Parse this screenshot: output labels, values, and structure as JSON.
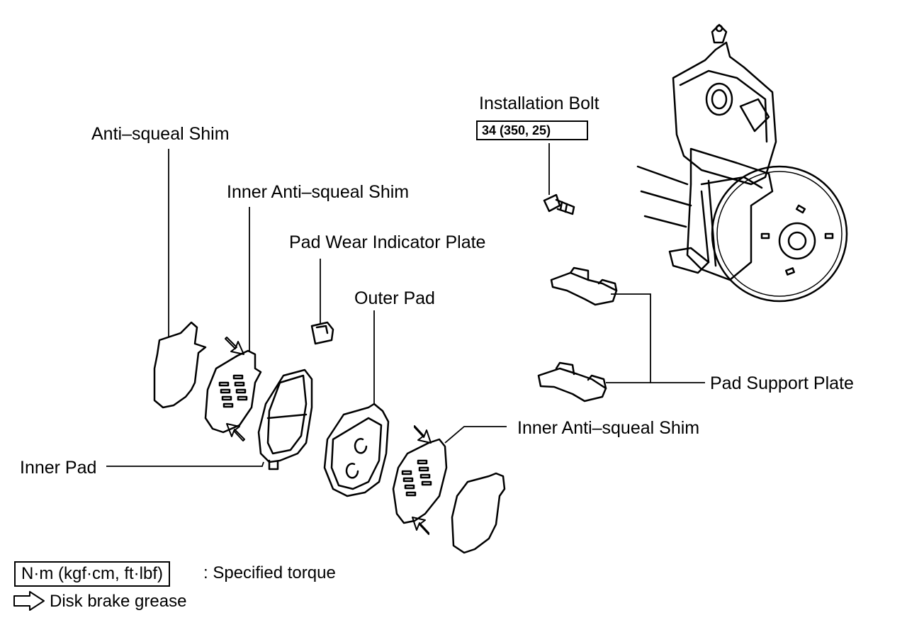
{
  "labels": {
    "anti_squeal_shim": "Anti–squeal Shim",
    "inner_anti_squeal_shim_top": "Inner Anti–squeal Shim",
    "pad_wear_indicator_plate": "Pad Wear Indicator Plate",
    "outer_pad": "Outer Pad",
    "installation_bolt": "Installation Bolt",
    "installation_bolt_torque": "34 (350, 25)",
    "pad_support_plate": "Pad Support Plate",
    "inner_anti_squeal_shim_bottom": "Inner Anti–squeal Shim",
    "inner_pad": "Inner Pad"
  },
  "legend": {
    "torque_units": "N·m (kgf·cm, ft·lbf)",
    "torque_desc": ": Specified torque",
    "grease_desc": "Disk brake grease"
  }
}
